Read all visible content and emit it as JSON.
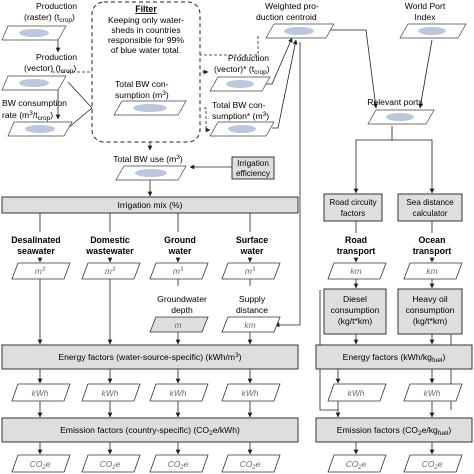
{
  "inputs": {
    "production_raster": {
      "line1": "Production",
      "line2_pre": "(raster) (t",
      "line2_sub": "crop",
      "line2_post": ")"
    },
    "production_vector": {
      "line1": "Production",
      "line2_pre": "(vector) (t",
      "line2_sub": "crop",
      "line2_post": ")"
    },
    "bw_rate": {
      "line1": "BW consumption",
      "line2_pre": "rate (m",
      "line2_sup": "3",
      "line2_mid": "/t",
      "line2_sub": "crop",
      "line2_post": ")"
    }
  },
  "filter": {
    "title": "Filter",
    "lines": [
      "Keeping only water-",
      "sheds in countries",
      "responsible for 99%",
      "of blue water total."
    ]
  },
  "total_bw_consumption": {
    "line1": "Total BW con-",
    "line2_pre": "sumption (m",
    "line2_sup": "3",
    "line2_post": ")"
  },
  "weighted_centroid": {
    "line1": "Weighted pro-",
    "line2": "duction centroid"
  },
  "world_port_index": {
    "line1": "World Port",
    "line2": "Index"
  },
  "production_vector_star": {
    "line1": "Production",
    "line2_pre": "(vector)* (t",
    "line2_sub": "crop",
    "line2_post": ")"
  },
  "total_bw_consumption_star": {
    "line1": "Total BW con-",
    "line2_pre": "sumption* (m",
    "line2_sup": "3",
    "line2_post": ")"
  },
  "relevant_ports": "Relevant ports",
  "total_bw_use": {
    "pre": "Total BW use (m",
    "sup": "3",
    "post": ")"
  },
  "irrigation_efficiency": {
    "line1": "Irrigation",
    "line2": "efficiency"
  },
  "irrigation_mix": "Irrigation mix (%)",
  "road_circuity": {
    "line1": "Road circuity",
    "line2": "factors"
  },
  "sea_distance": {
    "line1": "Sea distance",
    "line2": "calculator"
  },
  "water_sources": [
    {
      "line1": "Desalinated",
      "line2": "seawater"
    },
    {
      "line1": "Domestic",
      "line2": "wastewater"
    },
    {
      "line1": "Ground",
      "line2": "water"
    },
    {
      "line1": "Surface",
      "line2": "water"
    }
  ],
  "transport_modes": [
    {
      "line1": "Road",
      "line2": "transport"
    },
    {
      "line1": "Ocean",
      "line2": "transport"
    }
  ],
  "units": {
    "m3_base": "m",
    "m3_sup": "3",
    "km": "km",
    "m": "m",
    "kwh": "kWh",
    "co2_pre": "CO",
    "co2_sub": "2",
    "co2_post": "e"
  },
  "groundwater_depth": {
    "line1": "Groundwater",
    "line2": "depth"
  },
  "supply_distance": {
    "line1": "Supply",
    "line2": "distance"
  },
  "diesel_consumption": {
    "line1": "Diesel",
    "line2": "consumption",
    "line3": "(kg/t*km)"
  },
  "heavy_oil_consumption": {
    "line1": "Heavy oil",
    "line2": "consumption",
    "line3": "(kg/t*km)"
  },
  "energy_factors_water": {
    "pre": "Energy factors (water-source-specific) (kWh/m",
    "sup": "3",
    "post": ")"
  },
  "energy_factors_transport": {
    "pre": "Energy factors (kWh/kg",
    "sub": "fuel",
    "post": ")"
  },
  "emission_factors_water": {
    "pre": "Emission factors (country-specific) (CO",
    "sub": "2",
    "post": "e/kWh)"
  },
  "emission_factors_transport": {
    "pre": "Emission factors (CO",
    "sub": "2",
    "mid": "e/kg",
    "sub2": "fuel",
    "post": ")"
  }
}
